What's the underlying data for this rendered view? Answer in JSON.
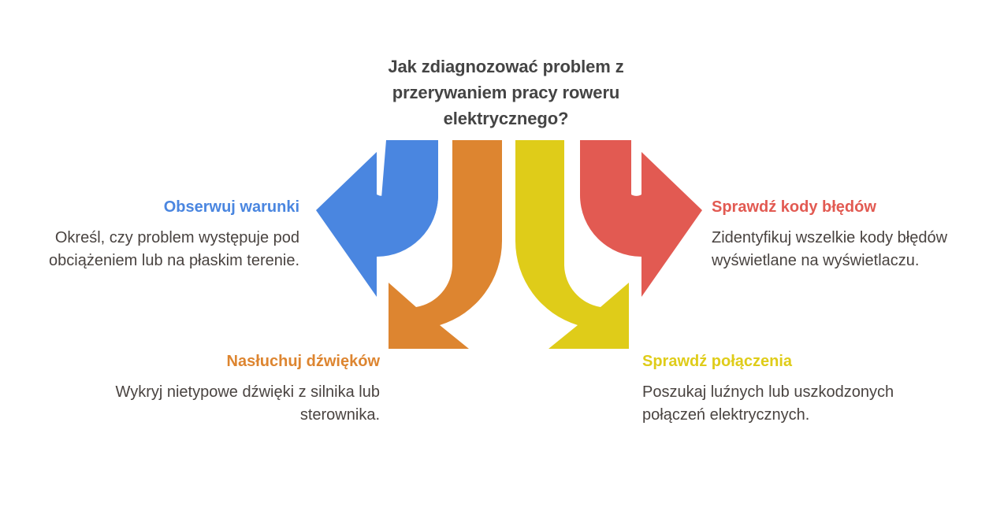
{
  "diagram": {
    "title": "Jak zdiagnozować problem z przerywaniem pracy roweru elektrycznego?",
    "background_color": "#ffffff",
    "title_color": "#444444",
    "body_color": "#494340",
    "branches": [
      {
        "id": "observe-conditions",
        "heading": "Obserwuj warunki",
        "body": "Określ, czy problem występuje pod obciążeniem lub na płaskim terenie.",
        "color": "#4A86E0",
        "arrow_direction": "left",
        "position": "left"
      },
      {
        "id": "listen-for-sounds",
        "heading": "Nasłuchuj dźwięków",
        "body": "Wykryj nietypowe dźwięki z silnika lub sterownika.",
        "color": "#DD8530",
        "arrow_direction": "down-left",
        "position": "bottom-left"
      },
      {
        "id": "check-connections",
        "heading": "Sprawdź połączenia",
        "body": "Poszukaj luźnych lub uszkodzonych połączeń elektrycznych.",
        "color": "#DFCC19",
        "arrow_direction": "down-right",
        "position": "bottom-right"
      },
      {
        "id": "check-error-codes",
        "heading": "Sprawdź kody błędów",
        "body": "Zidentyfikuj wszelkie kody błędów wyświetlane na wyświetlaczu.",
        "color": "#E25A52",
        "arrow_direction": "right",
        "position": "right"
      }
    ]
  }
}
